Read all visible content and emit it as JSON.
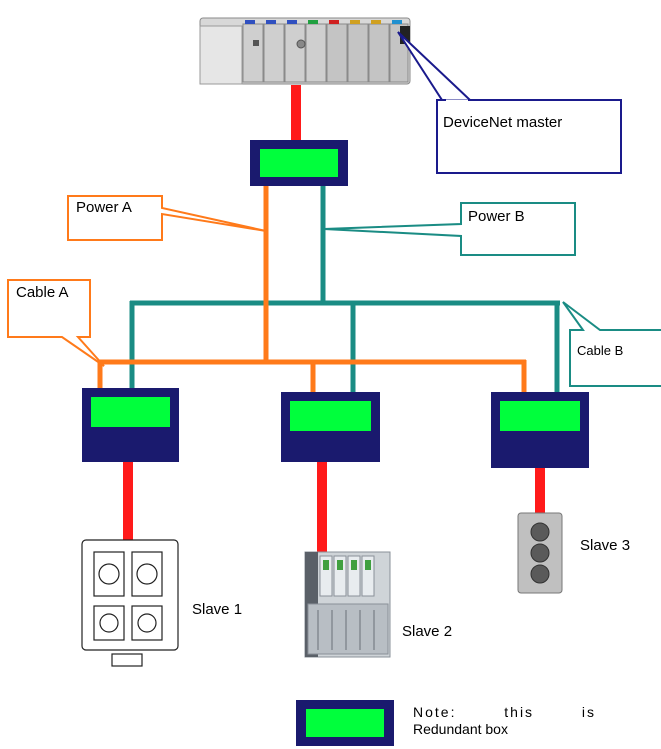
{
  "labels": {
    "master": "DeviceNet master",
    "power_a": "Power A",
    "power_b": "Power B",
    "cable_a": "Cable A",
    "cable_b": "Cable B",
    "slave1": "Slave 1",
    "slave2": "Slave 2",
    "slave3": "Slave 3"
  },
  "note": {
    "w1": "Note:",
    "w2": "this",
    "w3": "is",
    "line2": "Redundant box"
  },
  "colors": {
    "box_border": "#1a1a6e",
    "box_fill": "#00ff3c",
    "cable_a": "#ff7a1a",
    "cable_b": "#1a8c84",
    "drop": "#ff1a1a",
    "callout_master": "#1a1a8c"
  }
}
